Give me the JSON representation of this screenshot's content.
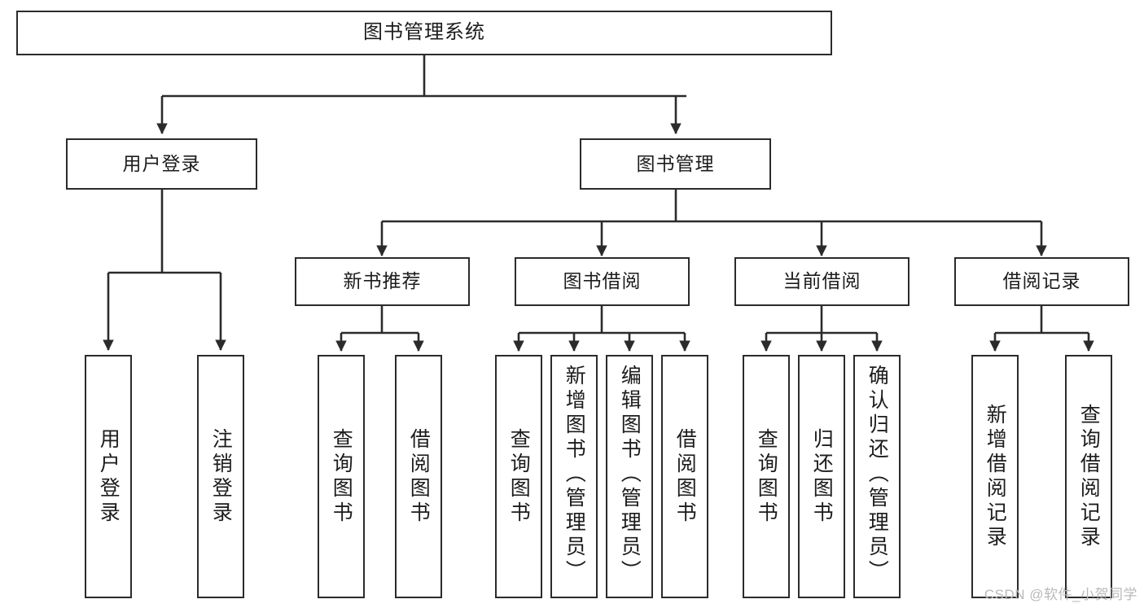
{
  "diagram": {
    "type": "tree-hierarchy-chart",
    "title": "图书管理系统",
    "line_color": "#2b2b2b",
    "box_fill": "#ffffff",
    "text_color": "#1c1c1c",
    "watermark": "CSDN @软件_小贺同学",
    "watermark_color": "#b9b9b9"
  },
  "nodes": {
    "root": {
      "label": "图书管理系统"
    },
    "level2": [
      {
        "label": "用户登录"
      },
      {
        "label": "图书管理"
      }
    ],
    "level3": [
      {
        "label": "新书推荐"
      },
      {
        "label": "图书借阅"
      },
      {
        "label": "当前借阅"
      },
      {
        "label": "借阅记录"
      }
    ],
    "leaves": {
      "user_login": [
        {
          "label": "用户登录"
        },
        {
          "label": "注销登录"
        }
      ],
      "new_book": [
        {
          "label": "查询图书"
        },
        {
          "label": "借阅图书"
        }
      ],
      "book_borrow": [
        {
          "label": "查询图书"
        },
        {
          "label": "新增图书（管理员）"
        },
        {
          "label": "编辑图书（管理员）"
        },
        {
          "label": "借阅图书"
        }
      ],
      "current_borrow": [
        {
          "label": "查询图书"
        },
        {
          "label": "归还图书"
        },
        {
          "label": "确认归还（管理员）"
        }
      ],
      "borrow_record": [
        {
          "label": "新增借阅记录"
        },
        {
          "label": "查询借阅记录"
        }
      ]
    }
  },
  "chart_data": {
    "type": "table",
    "title": "图书管理系统 功能结构图",
    "hierarchy": [
      {
        "level": 1,
        "label": "图书管理系统",
        "children": [
          {
            "level": 2,
            "label": "用户登录",
            "children": [
              {
                "level": 3,
                "label": "用户登录"
              },
              {
                "level": 3,
                "label": "注销登录"
              }
            ]
          },
          {
            "level": 2,
            "label": "图书管理",
            "children": [
              {
                "level": 3,
                "label": "新书推荐",
                "children": [
                  {
                    "level": 4,
                    "label": "查询图书"
                  },
                  {
                    "level": 4,
                    "label": "借阅图书"
                  }
                ]
              },
              {
                "level": 3,
                "label": "图书借阅",
                "children": [
                  {
                    "level": 4,
                    "label": "查询图书"
                  },
                  {
                    "level": 4,
                    "label": "新增图书（管理员）"
                  },
                  {
                    "level": 4,
                    "label": "编辑图书（管理员）"
                  },
                  {
                    "level": 4,
                    "label": "借阅图书"
                  }
                ]
              },
              {
                "level": 3,
                "label": "当前借阅",
                "children": [
                  {
                    "level": 4,
                    "label": "查询图书"
                  },
                  {
                    "level": 4,
                    "label": "归还图书"
                  },
                  {
                    "level": 4,
                    "label": "确认归还（管理员）"
                  }
                ]
              },
              {
                "level": 3,
                "label": "借阅记录",
                "children": [
                  {
                    "level": 4,
                    "label": "新增借阅记录"
                  },
                  {
                    "level": 4,
                    "label": "查询借阅记录"
                  }
                ]
              }
            ]
          }
        ]
      }
    ]
  }
}
